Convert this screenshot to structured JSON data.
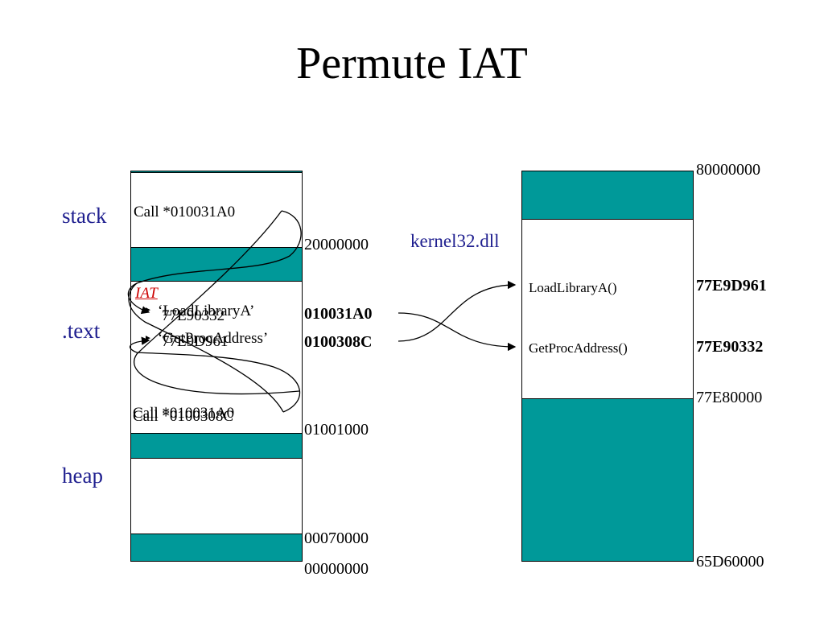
{
  "title": "Permute IAT",
  "left_memory": {
    "regions": {
      "stack": "stack",
      "text": ".text",
      "heap": "heap"
    },
    "addresses": {
      "a20000000": "20000000",
      "a010031A0": "010031A0",
      "a0100308C": "0100308C",
      "a01001000": "01001000",
      "a00070000": "00070000",
      "a00000000": "00000000"
    },
    "cells": {
      "call_top": "Call *010031A0",
      "iat_label": "IAT",
      "iat_entry1_old": "‘LoadLibraryA’",
      "iat_entry1_new": "77E90332",
      "iat_entry2_old": "‘GetProcAddress’",
      "iat_entry2_new": "77E9D961",
      "call_bottom_old": "Call *010031A0",
      "call_bottom_new": "Call *0100308C"
    }
  },
  "right_memory": {
    "dll_label": "kernel32.dll",
    "addresses": {
      "a80000000": "80000000",
      "a77E9D961": "77E9D961",
      "a77E90332": "77E90332",
      "a77E80000": "77E80000",
      "a65D60000": "65D60000"
    },
    "functions": {
      "loadlibrary": "LoadLibraryA()",
      "getprocaddress": "GetProcAddress()"
    }
  },
  "colors": {
    "teal": "#009999",
    "region_label": "#1f1f8f",
    "iat_label": "#cc0000"
  }
}
